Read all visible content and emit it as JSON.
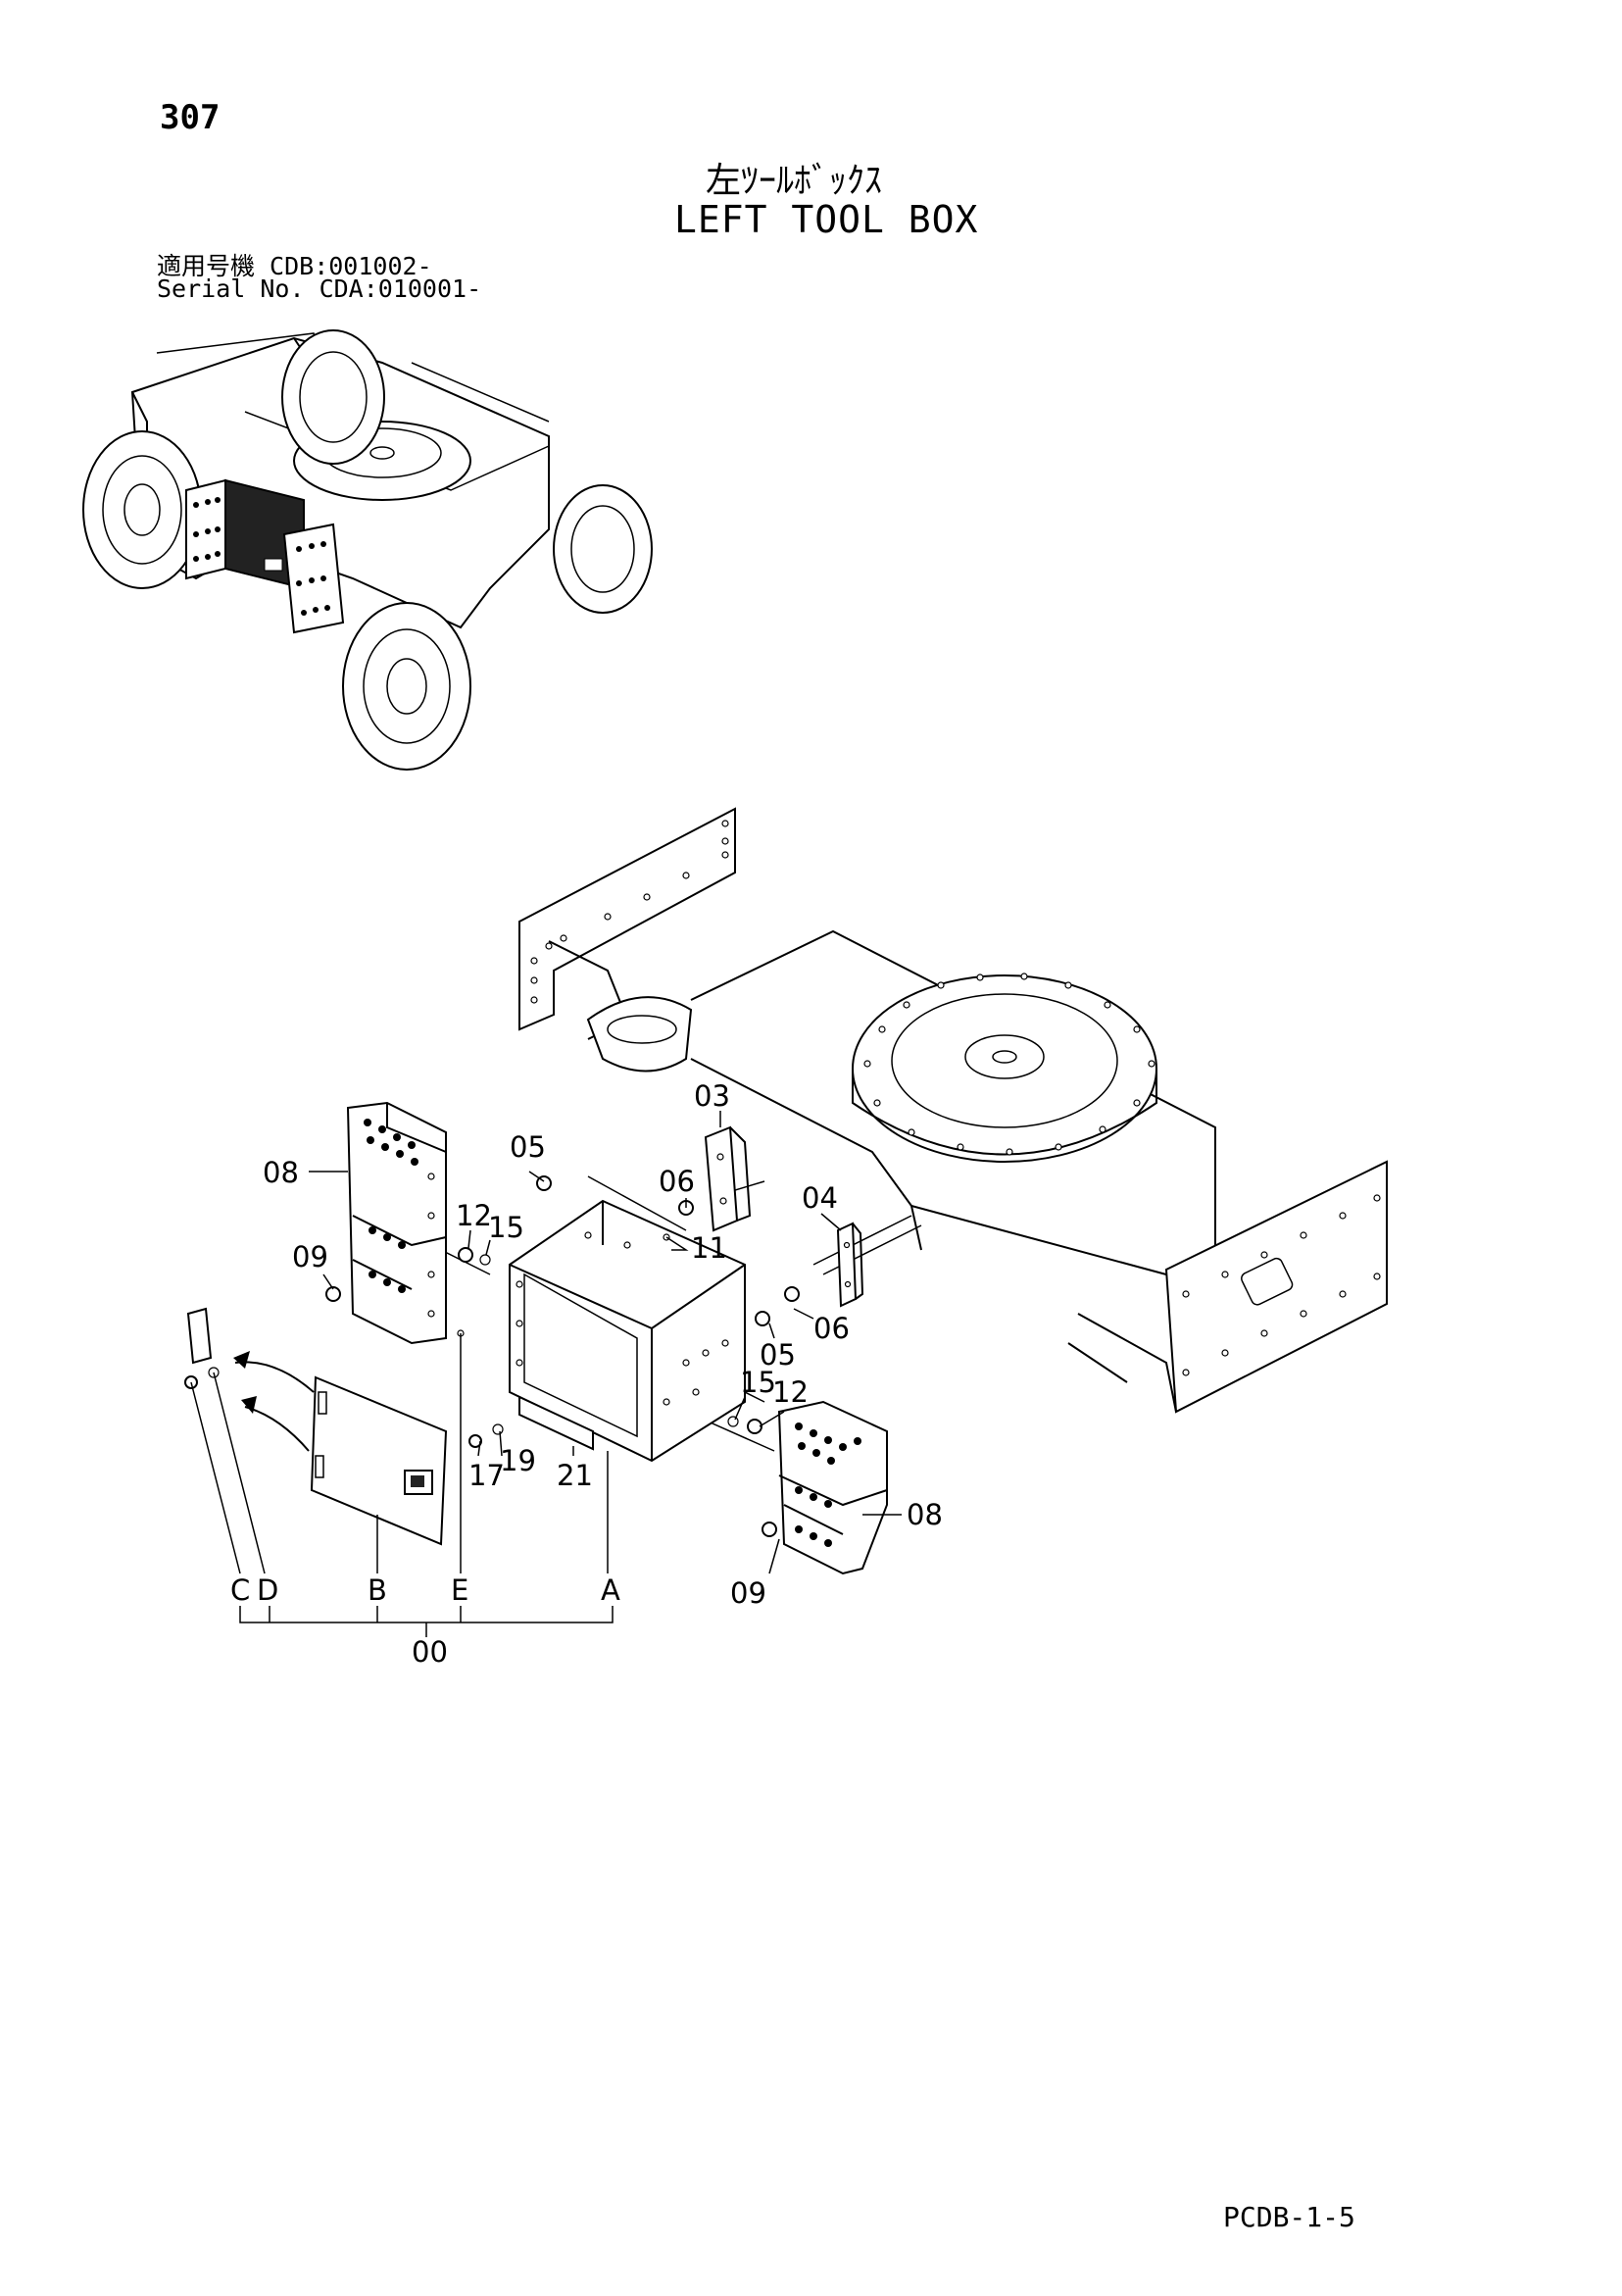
{
  "page_number": "307",
  "title_jp": "左ﾂｰﾙﾎﾞｯｸｽ",
  "title_en": "LEFT TOOL BOX",
  "serial_jp": "適用号機  CDB:001002-",
  "serial_en": "Serial No. CDA:010001-",
  "footer_code": "PCDB-1-5",
  "callouts": {
    "c03": "03",
    "c04": "04",
    "c05a": "05",
    "c05b": "05",
    "c06a": "06",
    "c06b": "06",
    "c08a": "08",
    "c08b": "08",
    "c09a": "09",
    "c09b": "09",
    "c11": "11",
    "c12a": "12",
    "c12b": "12",
    "c15a": "15",
    "c15b": "15",
    "c17": "17",
    "c19": "19",
    "c21": "21",
    "cA": "A",
    "cB": "B",
    "cC": "C",
    "cD": "D",
    "cE": "E",
    "c00": "00"
  }
}
